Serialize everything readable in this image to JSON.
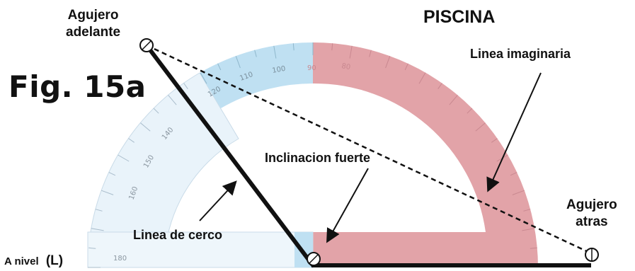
{
  "figure_label": "Fig. 15a",
  "title": "PISCINA",
  "labels": {
    "front_hole_line1": "Agujero",
    "front_hole_line2": "adelante",
    "rear_hole_line1": "Agujero",
    "rear_hole_line2": "atras",
    "imaginary_line": "Linea imaginaria",
    "strong_incline": "Inclinacion fuerte",
    "fence_line": "Linea de cerco",
    "level_text": "A nivel",
    "level_code": "(L)"
  },
  "protractor": {
    "scale_labels": [
      "180",
      "160",
      "150",
      "140",
      "120",
      "110",
      "100",
      "90",
      "80"
    ]
  },
  "colors": {
    "text": "#111111",
    "blue_band": "#bfe0f2",
    "light_band": "#e9f3fa",
    "pink_band": "#e2a3a8",
    "line": "#111111",
    "tick": "#9aa6b0"
  }
}
